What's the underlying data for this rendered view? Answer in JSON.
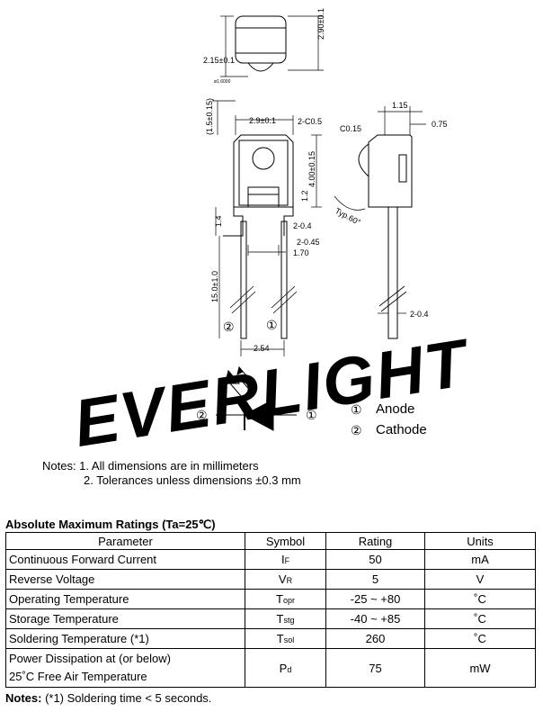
{
  "watermark": "EVERLIGHT",
  "top_view": {
    "d_width": "2.15±0.1",
    "d_height": "2.90±0.1",
    "d_lens": "ø1.6000"
  },
  "front_view": {
    "d_top": "(1.5±0.15)",
    "d_width": "2.9±0.1",
    "d_chamfer": "2-C0.5",
    "d_body_height": "4.00±0.15",
    "d_window": "1.2",
    "d_step": "1.4",
    "d_lead_a": "2-0.4",
    "d_lead_b": "2-0.45",
    "d_lead_gap": "1.70",
    "d_lead_length": "15.0±1.0",
    "d_pitch": "2.54",
    "pin_cathode": "②",
    "pin_anode": "①"
  },
  "side_view": {
    "d_chamfer": "C0.15",
    "d_top": "1.15",
    "d_offset": "0.75",
    "d_angle": "Typ.60°",
    "d_lead": "2-0.4"
  },
  "schematic": {
    "pin_left": "②",
    "pin_right": "①"
  },
  "legend": [
    {
      "num": "①",
      "label": "Anode"
    },
    {
      "num": "②",
      "label": "Cathode"
    }
  ],
  "notes": {
    "line1": "Notes: 1. All dimensions are in millimeters",
    "line2": "2. Tolerances unless dimensions ±0.3 mm"
  },
  "ratings": {
    "title": "Absolute Maximum Ratings (Ta=25℃)",
    "headers": [
      "Parameter",
      "Symbol",
      "Rating",
      "Units"
    ],
    "rows": [
      {
        "parameter": "Continuous Forward Current",
        "sym_main": "I",
        "sym_sub": "F",
        "rating": "50",
        "unit": "mA"
      },
      {
        "parameter": "Reverse Voltage",
        "sym_main": "V",
        "sym_sub": "R",
        "rating": "5",
        "unit": "V"
      },
      {
        "parameter": "Operating Temperature",
        "sym_main": "T",
        "sym_sub": "opr",
        "rating": "-25 ~ +80",
        "unit": "˚C"
      },
      {
        "parameter": "Storage Temperature",
        "sym_main": "T",
        "sym_sub": "stg",
        "rating": "-40 ~ +85",
        "unit": "˚C"
      },
      {
        "parameter": "Soldering Temperature (*1)",
        "sym_main": "T",
        "sym_sub": "sol",
        "rating": "260",
        "unit": "˚C"
      }
    ],
    "power_row": {
      "parameter_line1": "Power Dissipation at (or below)",
      "parameter_line2": "25˚C Free Air Temperature",
      "sym_main": "P",
      "sym_sub": "d",
      "rating": "75",
      "unit": "mW"
    },
    "footnote_label": "Notes:",
    "footnote_text": " (*1) Soldering time < 5 seconds."
  }
}
